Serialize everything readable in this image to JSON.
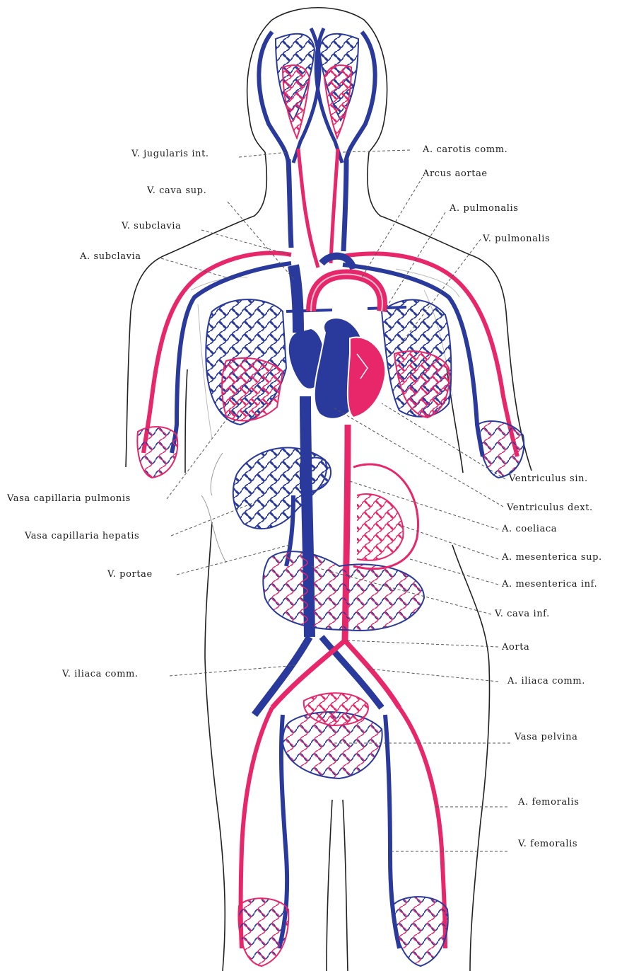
{
  "colors": {
    "artery": "#e8266a",
    "vein": "#2a3a9c",
    "outline": "#222222",
    "leader": "#555555"
  },
  "labels": {
    "v_jugularis_int": "V. jugularis int.",
    "a_carotis_comm": "A. carotis comm.",
    "arcus_aortae": "Arcus aortae",
    "v_cava_sup": "V. cava sup.",
    "a_pulmonalis": "A. pulmonalis",
    "v_subclavia": "V. subclavia",
    "v_pulmonalis": "V. pulmonalis",
    "a_subclavia": "A. subclavia",
    "ventriculus_sin": "Ventriculus sin.",
    "vasa_capillaria_pulmonis": "Vasa capillaria pulmonis",
    "ventriculus_dext": "Ventriculus dext.",
    "vasa_capillaria_hepatis": "Vasa capillaria hepatis",
    "a_coeliaca": "A. coeliaca",
    "a_mesenterica_sup": "A. mesenterica sup.",
    "v_portae": "V. portae",
    "a_mesenterica_inf": "A. mesenterica inf.",
    "v_cava_inf": "V. cava inf.",
    "aorta": "Aorta",
    "v_iliaca_comm": "V. iliaca comm.",
    "a_iliaca_comm": "A. iliaca comm.",
    "vasa_pelvina": "Vasa pelvina",
    "a_femoralis": "A. femoralis",
    "v_femoralis": "V. femoralis"
  }
}
